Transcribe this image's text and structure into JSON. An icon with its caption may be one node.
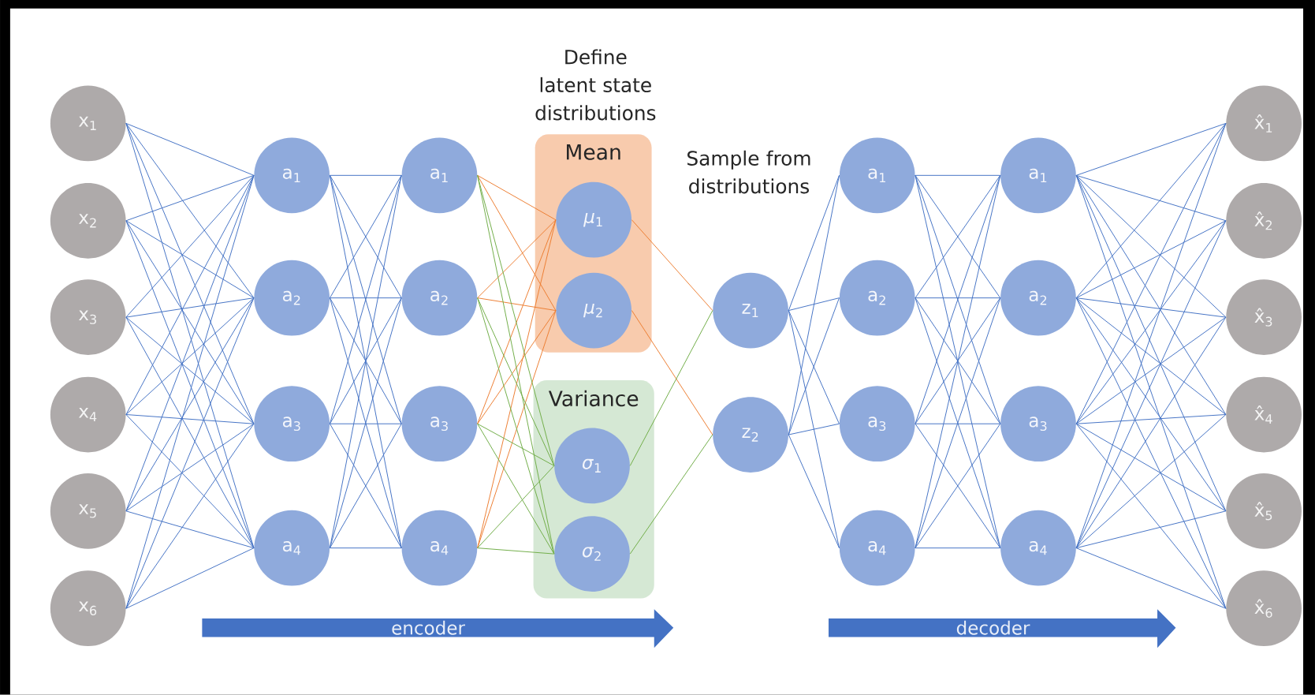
{
  "diagram": {
    "nodes": [
      {
        "text": [
          "x$_{1}$"
        ]
      },
      {
        "text": [
          "x$_{2}$"
        ]
      },
      {
        "text": [
          "x$_{3}$"
        ]
      },
      {
        "text": [
          "x$_{4}$"
        ]
      },
      {
        "text": [
          "x$_{5}$"
        ]
      },
      {
        "text": [
          "x$_{6}$"
        ]
      },
      {
        "text": [
          "a$_{1}$"
        ]
      },
      {
        "text": [
          "a$_{2}$"
        ]
      },
      {
        "text": [
          "a$_{3}$"
        ]
      },
      {
        "text": [
          "a$_{4}$"
        ]
      },
      {
        "text": [
          "a$_{1}$"
        ]
      },
      {
        "text": [
          "a$_{2}$"
        ]
      },
      {
        "text": [
          "a$_{3}$"
        ]
      },
      {
        "text": [
          "a$_{4}$"
        ]
      },
      {
        "text": [
          "Mean"
        ]
      },
      {
        "text": [
          "*μ*$_{1}$"
        ],
        "in": 14
      },
      {
        "text": [
          "*μ*$_{2}$"
        ],
        "in": 14
      },
      {
        "text": [
          "Variance"
        ]
      },
      {
        "text": [
          "*σ*$_{1}$"
        ],
        "in": 17
      },
      {
        "text": [
          "*σ*$_{2}$"
        ],
        "in": 17
      },
      {
        "text": [
          "z$_{1}$"
        ]
      },
      {
        "text": [
          "z$_{2}$"
        ]
      },
      {
        "text": [
          "a$_{1}$"
        ]
      },
      {
        "text": [
          "a$_{2}$"
        ]
      },
      {
        "text": [
          "a$_{3}$"
        ]
      },
      {
        "text": [
          "a$_{4}$"
        ]
      },
      {
        "text": [
          "a$_{1}$"
        ]
      },
      {
        "text": [
          "a$_{2}$"
        ]
      },
      {
        "text": [
          "a$_{3}$"
        ]
      },
      {
        "text": [
          "a$_{4}$"
        ]
      },
      {
        "text": [
          "x̂$_{1}$"
        ]
      },
      {
        "text": [
          "x̂$_{2}$"
        ]
      },
      {
        "text": [
          "x̂$_{3}$"
        ]
      },
      {
        "text": [
          "x̂$_{4}$"
        ]
      },
      {
        "text": [
          "x̂$_{5}$"
        ]
      },
      {
        "text": [
          "x̂$_{6}$"
        ]
      }
    ],
    "edges": [
      {
        "from": 0,
        "to": 6,
        "arrow": "none"
      },
      {
        "from": 0,
        "to": 7,
        "arrow": "none"
      },
      {
        "from": 0,
        "to": 8,
        "arrow": "none"
      },
      {
        "from": 0,
        "to": 9,
        "arrow": "none"
      },
      {
        "from": 1,
        "to": 6,
        "arrow": "none"
      },
      {
        "from": 1,
        "to": 7,
        "arrow": "none"
      },
      {
        "from": 1,
        "to": 8,
        "arrow": "none"
      },
      {
        "from": 1,
        "to": 9,
        "arrow": "none"
      },
      {
        "from": 2,
        "to": 6,
        "arrow": "none"
      },
      {
        "from": 2,
        "to": 7,
        "arrow": "none"
      },
      {
        "from": 2,
        "to": 8,
        "arrow": "none"
      },
      {
        "from": 2,
        "to": 9,
        "arrow": "none"
      },
      {
        "from": 3,
        "to": 6,
        "arrow": "none"
      },
      {
        "from": 3,
        "to": 7,
        "arrow": "none"
      },
      {
        "from": 3,
        "to": 8,
        "arrow": "none"
      },
      {
        "from": 3,
        "to": 9,
        "arrow": "none"
      },
      {
        "from": 4,
        "to": 6,
        "arrow": "none"
      },
      {
        "from": 4,
        "to": 7,
        "arrow": "none"
      },
      {
        "from": 4,
        "to": 8,
        "arrow": "none"
      },
      {
        "from": 4,
        "to": 9,
        "arrow": "none"
      },
      {
        "from": 5,
        "to": 6,
        "arrow": "none"
      },
      {
        "from": 5,
        "to": 7,
        "arrow": "none"
      },
      {
        "from": 5,
        "to": 8,
        "arrow": "none"
      },
      {
        "from": 5,
        "to": 9,
        "arrow": "none"
      },
      {
        "from": 6,
        "to": 10,
        "arrow": "none"
      },
      {
        "from": 6,
        "to": 11,
        "arrow": "none"
      },
      {
        "from": 6,
        "to": 12,
        "arrow": "none"
      },
      {
        "from": 6,
        "to": 13,
        "arrow": "none"
      },
      {
        "from": 7,
        "to": 10,
        "arrow": "none"
      },
      {
        "from": 7,
        "to": 11,
        "arrow": "none"
      },
      {
        "from": 7,
        "to": 12,
        "arrow": "none"
      },
      {
        "from": 7,
        "to": 13,
        "arrow": "none"
      },
      {
        "from": 8,
        "to": 10,
        "arrow": "none"
      },
      {
        "from": 8,
        "to": 11,
        "arrow": "none"
      },
      {
        "from": 8,
        "to": 12,
        "arrow": "none"
      },
      {
        "from": 8,
        "to": 13,
        "arrow": "none"
      },
      {
        "from": 9,
        "to": 10,
        "arrow": "none"
      },
      {
        "from": 9,
        "to": 11,
        "arrow": "none"
      },
      {
        "from": 9,
        "to": 12,
        "arrow": "none"
      },
      {
        "from": 9,
        "to": 13,
        "arrow": "none"
      },
      {
        "from": 10,
        "to": 15,
        "arrow": "none",
        "color": "#ed7d31"
      },
      {
        "from": 10,
        "to": 16,
        "arrow": "none",
        "color": "#ed7d31"
      },
      {
        "from": 11,
        "to": 15,
        "arrow": "none",
        "color": "#ed7d31"
      },
      {
        "from": 11,
        "to": 16,
        "arrow": "none",
        "color": "#ed7d31"
      },
      {
        "from": 12,
        "to": 15,
        "arrow": "none",
        "color": "#ed7d31"
      },
      {
        "from": 12,
        "to": 16,
        "arrow": "none",
        "color": "#ed7d31"
      },
      {
        "from": 13,
        "to": 15,
        "arrow": "none",
        "color": "#ed7d31"
      },
      {
        "from": 13,
        "to": 16,
        "arrow": "none",
        "color": "#ed7d31"
      },
      {
        "from": 10,
        "to": 18,
        "arrow": "none",
        "color": "#70ad47"
      },
      {
        "from": 10,
        "to": 19,
        "arrow": "none",
        "color": "#70ad47"
      },
      {
        "from": 11,
        "to": 18,
        "arrow": "none",
        "color": "#70ad47"
      },
      {
        "from": 11,
        "to": 19,
        "arrow": "none",
        "color": "#70ad47"
      },
      {
        "from": 12,
        "to": 18,
        "arrow": "none",
        "color": "#70ad47"
      },
      {
        "from": 12,
        "to": 19,
        "arrow": "none",
        "color": "#70ad47"
      },
      {
        "from": 13,
        "to": 18,
        "arrow": "none",
        "color": "#70ad47"
      },
      {
        "from": 13,
        "to": 19,
        "arrow": "none",
        "color": "#70ad47"
      },
      {
        "from": 15,
        "to": 20,
        "arrow": "none",
        "color": "#ed7d31"
      },
      {
        "from": 16,
        "to": 21,
        "arrow": "none",
        "color": "#ed7d31"
      },
      {
        "from": 18,
        "to": 20,
        "arrow": "none",
        "color": "#70ad47"
      },
      {
        "from": 19,
        "to": 21,
        "arrow": "none",
        "color": "#70ad47"
      },
      {
        "from": 20,
        "to": 22,
        "arrow": "none"
      },
      {
        "from": 20,
        "to": 23,
        "arrow": "none"
      },
      {
        "from": 20,
        "to": 24,
        "arrow": "none"
      },
      {
        "from": 20,
        "to": 25,
        "arrow": "none"
      },
      {
        "from": 21,
        "to": 22,
        "arrow": "none"
      },
      {
        "from": 21,
        "to": 23,
        "arrow": "none"
      },
      {
        "from": 21,
        "to": 24,
        "arrow": "none"
      },
      {
        "from": 21,
        "to": 25,
        "arrow": "none"
      },
      {
        "from": 22,
        "to": 26,
        "arrow": "none"
      },
      {
        "from": 22,
        "to": 27,
        "arrow": "none"
      },
      {
        "from": 22,
        "to": 28,
        "arrow": "none"
      },
      {
        "from": 22,
        "to": 29,
        "arrow": "none"
      },
      {
        "from": 23,
        "to": 26,
        "arrow": "none"
      },
      {
        "from": 23,
        "to": 27,
        "arrow": "none"
      },
      {
        "from": 23,
        "to": 28,
        "arrow": "none"
      },
      {
        "from": 23,
        "to": 29,
        "arrow": "none"
      },
      {
        "from": 24,
        "to": 26,
        "arrow": "none"
      },
      {
        "from": 24,
        "to": 27,
        "arrow": "none"
      },
      {
        "from": 24,
        "to": 28,
        "arrow": "none"
      },
      {
        "from": 24,
        "to": 29,
        "arrow": "none"
      },
      {
        "from": 25,
        "to": 26,
        "arrow": "none"
      },
      {
        "from": 25,
        "to": 27,
        "arrow": "none"
      },
      {
        "from": 25,
        "to": 28,
        "arrow": "none"
      },
      {
        "from": 25,
        "to": 29,
        "arrow": "none"
      },
      {
        "from": 26,
        "to": 30,
        "arrow": "none"
      },
      {
        "from": 26,
        "to": 31,
        "arrow": "none"
      },
      {
        "from": 26,
        "to": 32,
        "arrow": "none"
      },
      {
        "from": 26,
        "to": 33,
        "arrow": "none"
      },
      {
        "from": 26,
        "to": 34,
        "arrow": "none"
      },
      {
        "from": 26,
        "to": 35,
        "arrow": "none"
      },
      {
        "from": 27,
        "to": 30,
        "arrow": "none"
      },
      {
        "from": 27,
        "to": 31,
        "arrow": "none"
      },
      {
        "from": 27,
        "to": 32,
        "arrow": "none"
      },
      {
        "from": 27,
        "to": 33,
        "arrow": "none"
      },
      {
        "from": 27,
        "to": 34,
        "arrow": "none"
      },
      {
        "from": 27,
        "to": 35,
        "arrow": "none"
      },
      {
        "from": 28,
        "to": 30,
        "arrow": "none"
      },
      {
        "from": 28,
        "to": 31,
        "arrow": "none"
      },
      {
        "from": 28,
        "to": 32,
        "arrow": "none"
      },
      {
        "from": 28,
        "to": 33,
        "arrow": "none"
      },
      {
        "from": 28,
        "to": 34,
        "arrow": "none"
      },
      {
        "from": 28,
        "to": 35,
        "arrow": "none"
      },
      {
        "from": 29,
        "to": 30,
        "arrow": "none"
      },
      {
        "from": 29,
        "to": 31,
        "arrow": "none"
      },
      {
        "from": 29,
        "to": 32,
        "arrow": "none"
      },
      {
        "from": 29,
        "to": 33,
        "arrow": "none"
      },
      {
        "from": 29,
        "to": 34,
        "arrow": "none"
      },
      {
        "from": 29,
        "to": 35,
        "arrow": "none"
      }
    ],
    "labels": [
      "Define latent state distributions",
      "Sample from distributions",
      "encoder",
      "decoder"
    ]
  }
}
